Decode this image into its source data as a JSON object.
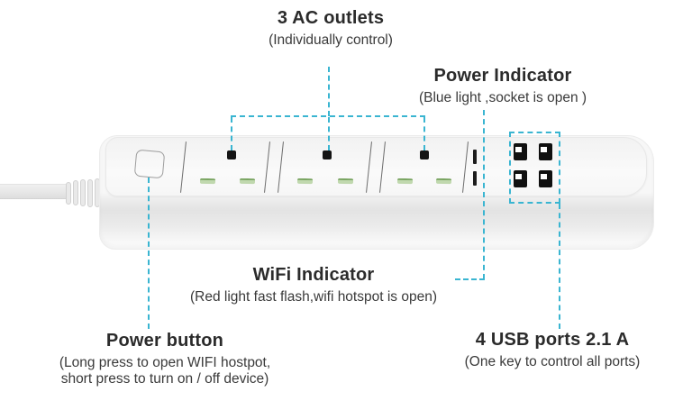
{
  "figure": {
    "kind": "product-callout-diagram",
    "accent_color": "#3ab5d1"
  },
  "callouts": {
    "ac_outlets": {
      "title": "3 AC outlets",
      "subtitle": "(Individually control)"
    },
    "power_indicator": {
      "title": "Power Indicator",
      "subtitle": "(Blue light ,socket is open )"
    },
    "wifi_indicator": {
      "title": "WiFi Indicator",
      "subtitle": "(Red light fast flash,wifi hotspot is open)"
    },
    "power_button": {
      "title": "Power button",
      "subtitle_line1": "(Long press to open WIFI hostpot,",
      "subtitle_line2": "short press to turn on / off device)"
    },
    "usb_ports": {
      "title": "4 USB ports 2.1 A",
      "subtitle": "(One key to control all ports)"
    }
  },
  "device": {
    "ac_outlet_count": 3,
    "usb_port_count": 4,
    "indicator_led_count": 2,
    "colors": {
      "socket_slot_green": "#7aa562",
      "pin_black": "#141414",
      "body_white": "#f7f7f7"
    }
  }
}
